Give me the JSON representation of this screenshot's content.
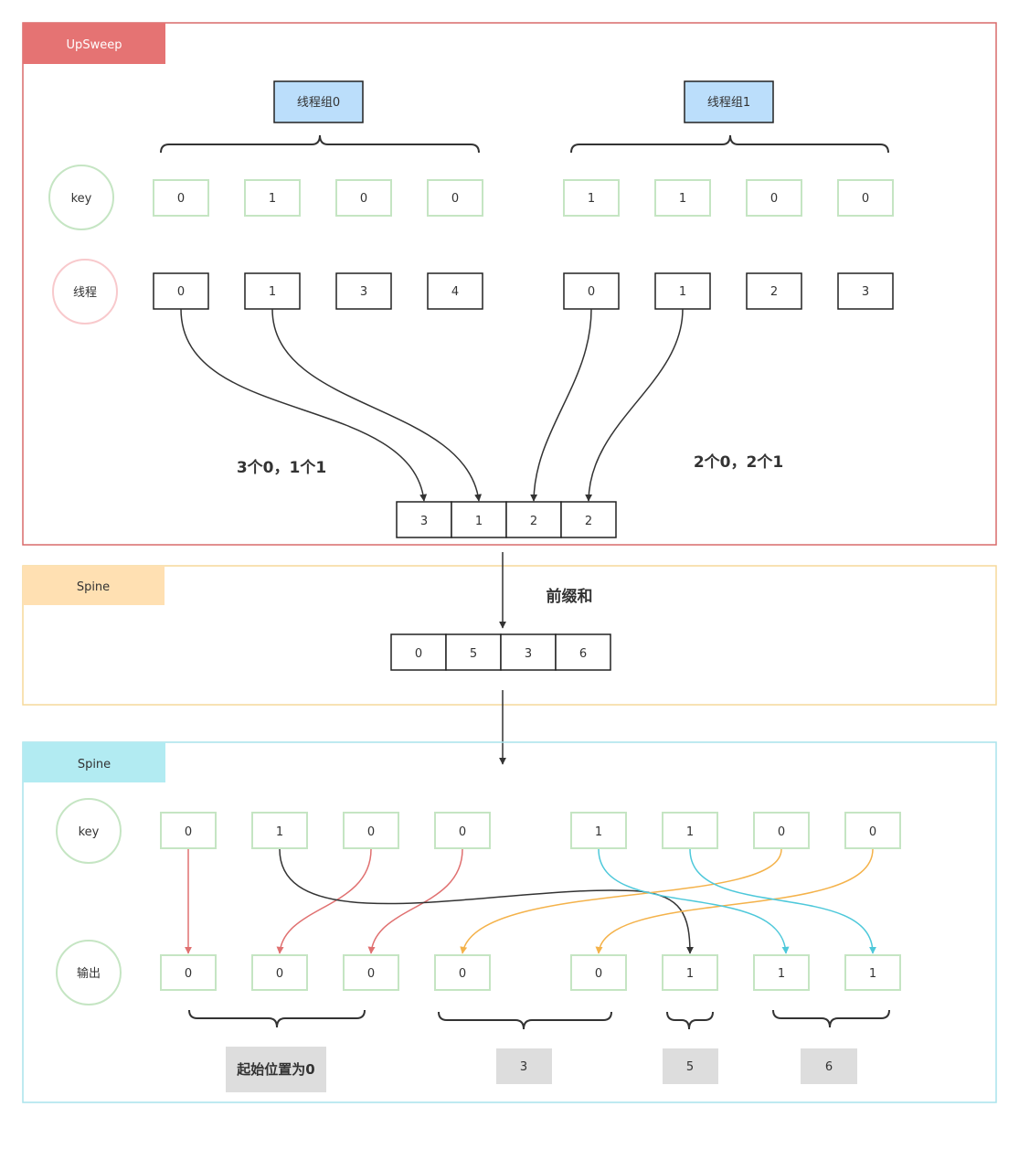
{
  "colors": {
    "upsweep_border": "#D96A6A",
    "upsweep_header": "#E57373",
    "spine1_border": "#F5D99A",
    "spine1_header": "#FFE0B2",
    "spine2_border": "#A8E3EC",
    "spine2_header": "#B2EBF2",
    "green_box": "#C5E5C3",
    "pink_circle": "#F8C9CC",
    "group_fill": "#BBDEFB",
    "gray_fill": "#DDDDDD",
    "arrow_dark": "#333333",
    "arrow_red": "#E07070",
    "arrow_orange": "#F4B24A",
    "arrow_cyan": "#4DC8DA"
  },
  "upsweep": {
    "label": "UpSweep",
    "group0_label": "线程组0",
    "group1_label": "线程组1",
    "key_label": "key",
    "thread_label": "线程",
    "group0_keys": [
      "0",
      "1",
      "0",
      "0"
    ],
    "group1_keys": [
      "1",
      "1",
      "0",
      "0"
    ],
    "group0_threads": [
      "0",
      "1",
      "3",
      "4"
    ],
    "group1_threads": [
      "0",
      "1",
      "2",
      "3"
    ],
    "note_left": "3个0，1个1",
    "note_right": "2个0，2个1",
    "counts": [
      "3",
      "1",
      "2",
      "2"
    ]
  },
  "spine": {
    "label": "Spine",
    "prefix_label": "前缀和",
    "prefix_values": [
      "0",
      "5",
      "3",
      "6"
    ]
  },
  "downsweep": {
    "label": "Spine",
    "key_label": "key",
    "output_label": "输出",
    "keys": [
      "0",
      "1",
      "0",
      "0",
      "1",
      "1",
      "0",
      "0"
    ],
    "outputs": [
      "0",
      "0",
      "0",
      "0",
      "0",
      "1",
      "1",
      "1"
    ],
    "bracket_labels": [
      "起始位置为0",
      "3",
      "5",
      "6"
    ]
  }
}
